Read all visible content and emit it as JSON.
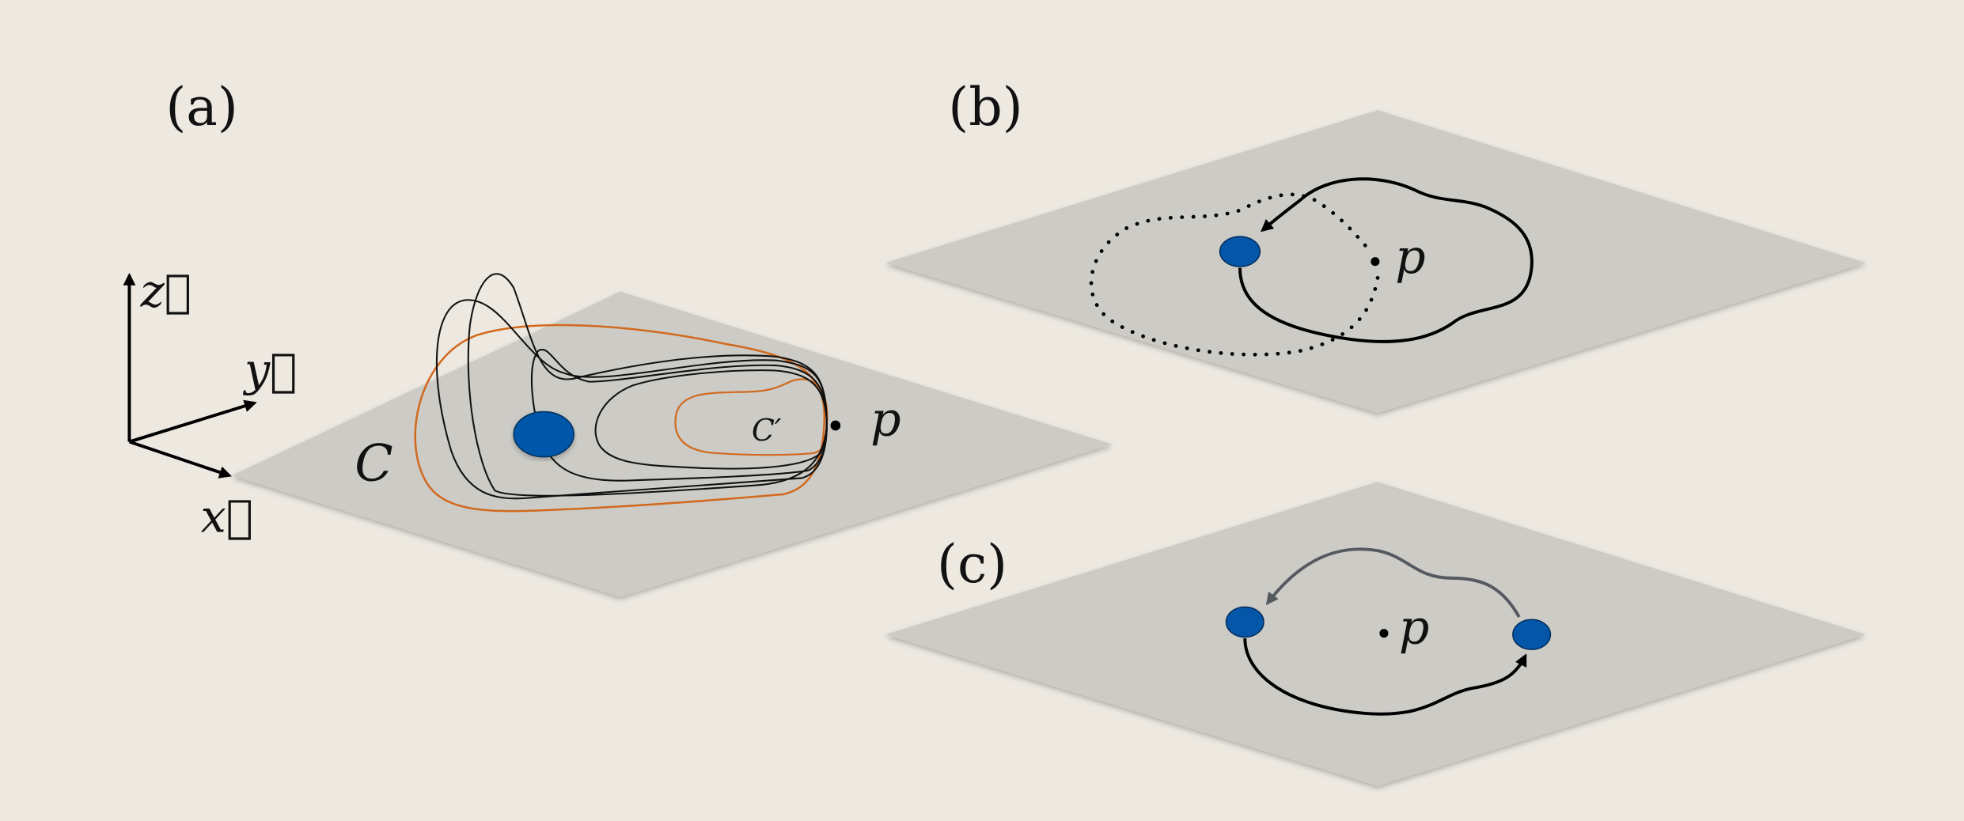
{
  "panels": {
    "a": {
      "label": "(a)",
      "axes": {
        "z": "z⃗",
        "y": "y⃗",
        "x": "x⃗"
      },
      "curve_outer": "C",
      "curve_inner": "C′",
      "point": "p"
    },
    "b": {
      "label": "(b)",
      "point": "p"
    },
    "c": {
      "label": "(c)",
      "point": "p"
    }
  },
  "colors": {
    "background": "#ede9e1",
    "plane": "#cccbc6",
    "particle": "#0457a8",
    "contour": "#d2691e",
    "arrow_gray": "#555a60"
  }
}
